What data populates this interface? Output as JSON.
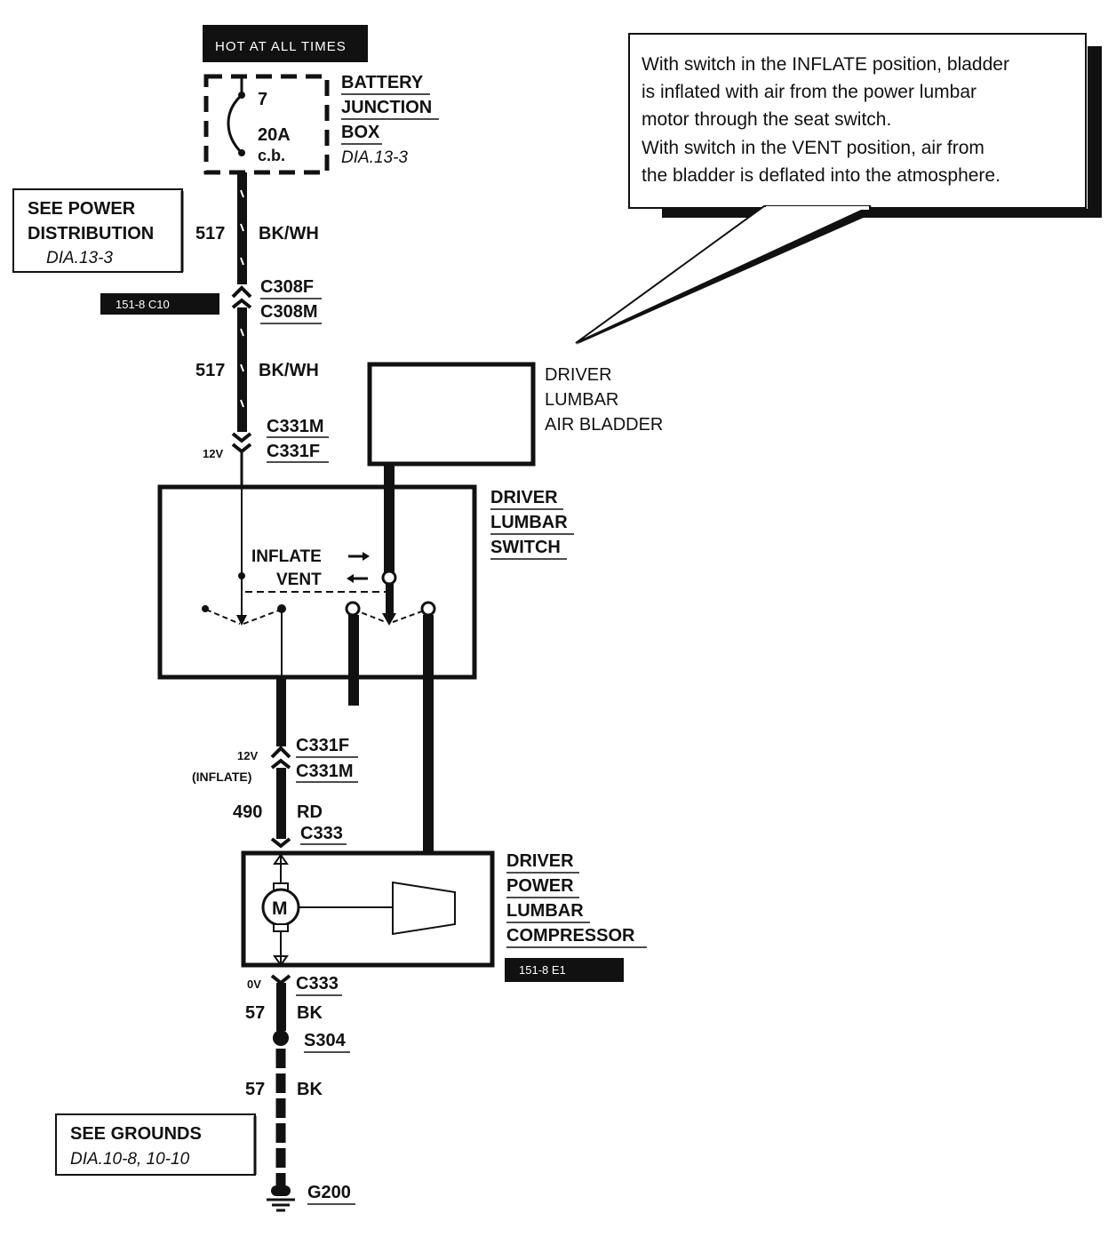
{
  "hot_tag": "HOT AT ALL TIMES",
  "battery_box": {
    "fuse_number": "7",
    "rating": "20A",
    "type": "c.b.",
    "name_lines": [
      "BATTERY",
      "JUNCTION",
      "BOX"
    ],
    "ref": "DIA.13-3"
  },
  "power_ref": {
    "lines": [
      "SEE POWER",
      "DISTRIBUTION"
    ],
    "ref": "DIA.13-3"
  },
  "wire_top": {
    "circuit": "517",
    "color": "BK/WH"
  },
  "conn_c308": {
    "female": "C308F",
    "male": "C308M",
    "locator": "151-8 C10"
  },
  "wire_mid": {
    "circuit": "517",
    "color": "BK/WH"
  },
  "conn_c331_top": {
    "voltage": "12V",
    "male": "C331M",
    "female": "C331F"
  },
  "bladder": {
    "lines": [
      "DRIVER",
      "LUMBAR",
      "AIR BLADDER"
    ]
  },
  "callout": {
    "lines": [
      "With switch in the INFLATE position, bladder",
      "is inflated with air from the power lumbar",
      "motor through the seat switch.",
      "With switch in the VENT position, air from",
      "the bladder is deflated into the atmosphere."
    ]
  },
  "switch": {
    "name_lines": [
      "DRIVER",
      "LUMBAR",
      "SWITCH"
    ],
    "inflate_label": "INFLATE",
    "vent_label": "VENT"
  },
  "conn_c331_bottom": {
    "voltage": "12V",
    "note": "(INFLATE)",
    "female": "C331F",
    "male": "C331M"
  },
  "wire_490": {
    "circuit": "490",
    "color": "RD"
  },
  "conn_c333_top": "C333",
  "compressor": {
    "name_lines": [
      "DRIVER",
      "POWER",
      "LUMBAR",
      "COMPRESSOR"
    ],
    "motor_symbol": "M",
    "locator": "151-8 E1"
  },
  "conn_c333_bottom": {
    "voltage": "0V",
    "name": "C333"
  },
  "wire_57_top": {
    "circuit": "57",
    "color": "BK"
  },
  "splice": "S304",
  "wire_57_bottom": {
    "circuit": "57",
    "color": "BK"
  },
  "grounds_ref": {
    "line": "SEE GROUNDS",
    "ref": "DIA.10-8, 10-10"
  },
  "ground": "G200"
}
